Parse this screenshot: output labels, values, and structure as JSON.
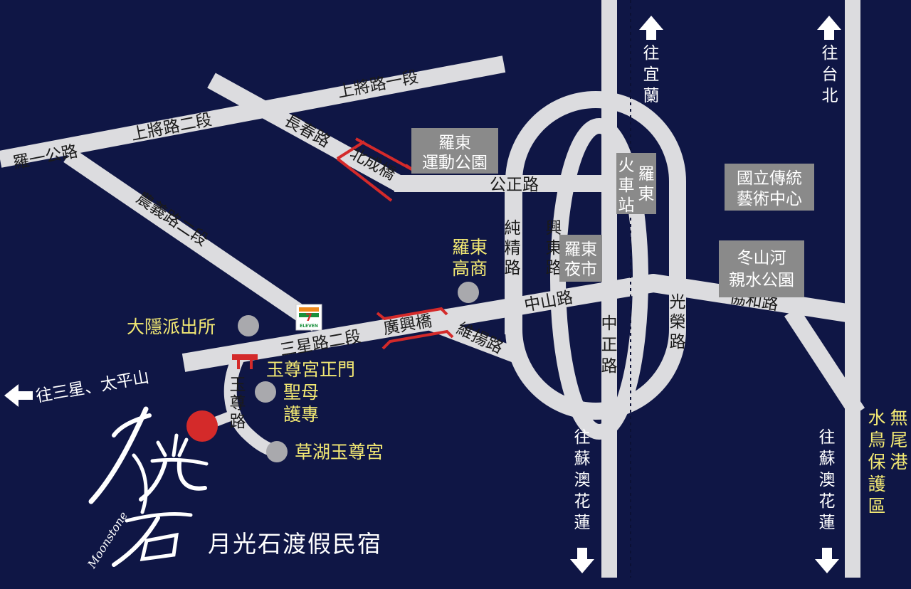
{
  "colors": {
    "background": "#0f1645",
    "road": "#dcdcdf",
    "bridge": "#d42a2a",
    "poi_label": "#f2e873",
    "box": "#8a8a8a",
    "hotel_marker": "#d42a2a"
  },
  "roads": {
    "shangjiang_1": "上將路一段",
    "shangjiang_2": "上將路二段",
    "luoyi": "羅一公路",
    "changchun": "長春路",
    "nongyi_2": "農義路二段",
    "gongzheng": "公正路",
    "chunjing": "純精路",
    "xingdong": "興東路",
    "zhongshan": "中山路",
    "zhongzheng": "中正路",
    "guangrong": "光榮路",
    "xiehe": "協和路",
    "sanxing_2": "三星路二段",
    "weiyang": "維揚路",
    "yuzun": "玉尊路"
  },
  "bridges": {
    "beicheng": "北成橋",
    "guangxing": "廣興橋"
  },
  "landmarks": {
    "sports_park": [
      "羅東",
      "運動公園"
    ],
    "station": [
      "羅東",
      "火車站"
    ],
    "arts_center": [
      "國立傳統",
      "藝術中心"
    ],
    "night_market": [
      "羅東",
      "夜市"
    ],
    "dongshan_river": [
      "冬山河",
      "親水公園"
    ]
  },
  "pois": {
    "luodong_high": [
      "羅東",
      "高商"
    ],
    "police": "大隱派出所",
    "yuzun_gate": "玉尊宮正門",
    "nursing_school": [
      "聖母",
      "護專"
    ],
    "caohu_temple": "草湖玉尊宮"
  },
  "directions": {
    "yilan": "往宜蘭",
    "taipei": "往台北",
    "sanxing": "往三星、太平山",
    "suao_hualien_1": "往蘇澳花蓮",
    "suao_hualien_2": "往蘇澳花蓮",
    "wuweigang": "無尾港水鳥保護區"
  },
  "store": {
    "brand": "ELEVEN",
    "number": "7"
  },
  "logo": {
    "script": "Moonstone",
    "name": "月光石渡假民宿"
  }
}
